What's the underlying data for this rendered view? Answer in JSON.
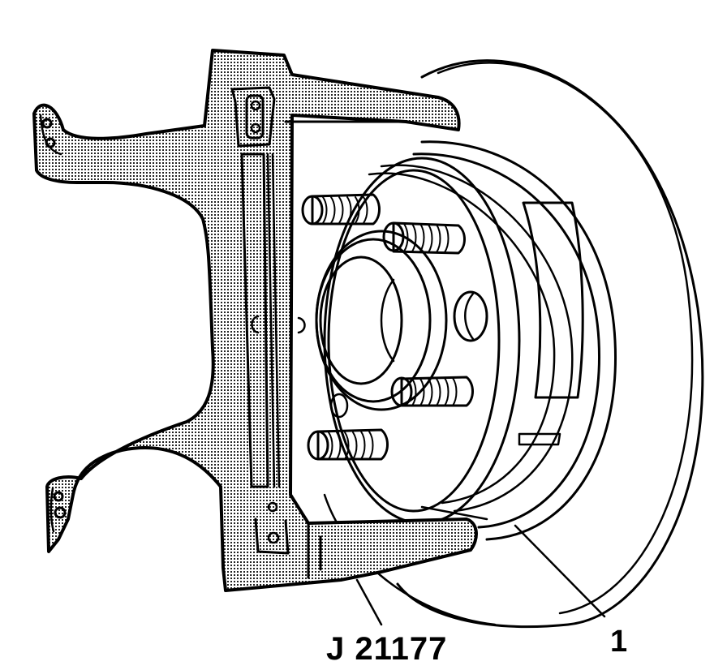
{
  "figure": {
    "type": "technical line illustration",
    "subject": "Special tool mounted on front wheel hub and brake rotor assembly",
    "colors": {
      "ink": "#000000",
      "background": "#ffffff",
      "tool_fill": "#d4d4d4"
    }
  },
  "labels": {
    "tool_number": "J 21177",
    "callout_1": "1"
  },
  "components": [
    {
      "id": "tool",
      "name": "J 21177 tool frame (stippled)",
      "label": "J 21177"
    },
    {
      "id": "rotor",
      "name": "Brake rotor / backing plate",
      "label": "1"
    },
    {
      "id": "hub",
      "name": "Wheel hub with center bore"
    },
    {
      "id": "studs",
      "name": "Wheel lug studs",
      "count": 4
    },
    {
      "id": "slot",
      "name": "Tool adjustment slot with bolts"
    }
  ]
}
